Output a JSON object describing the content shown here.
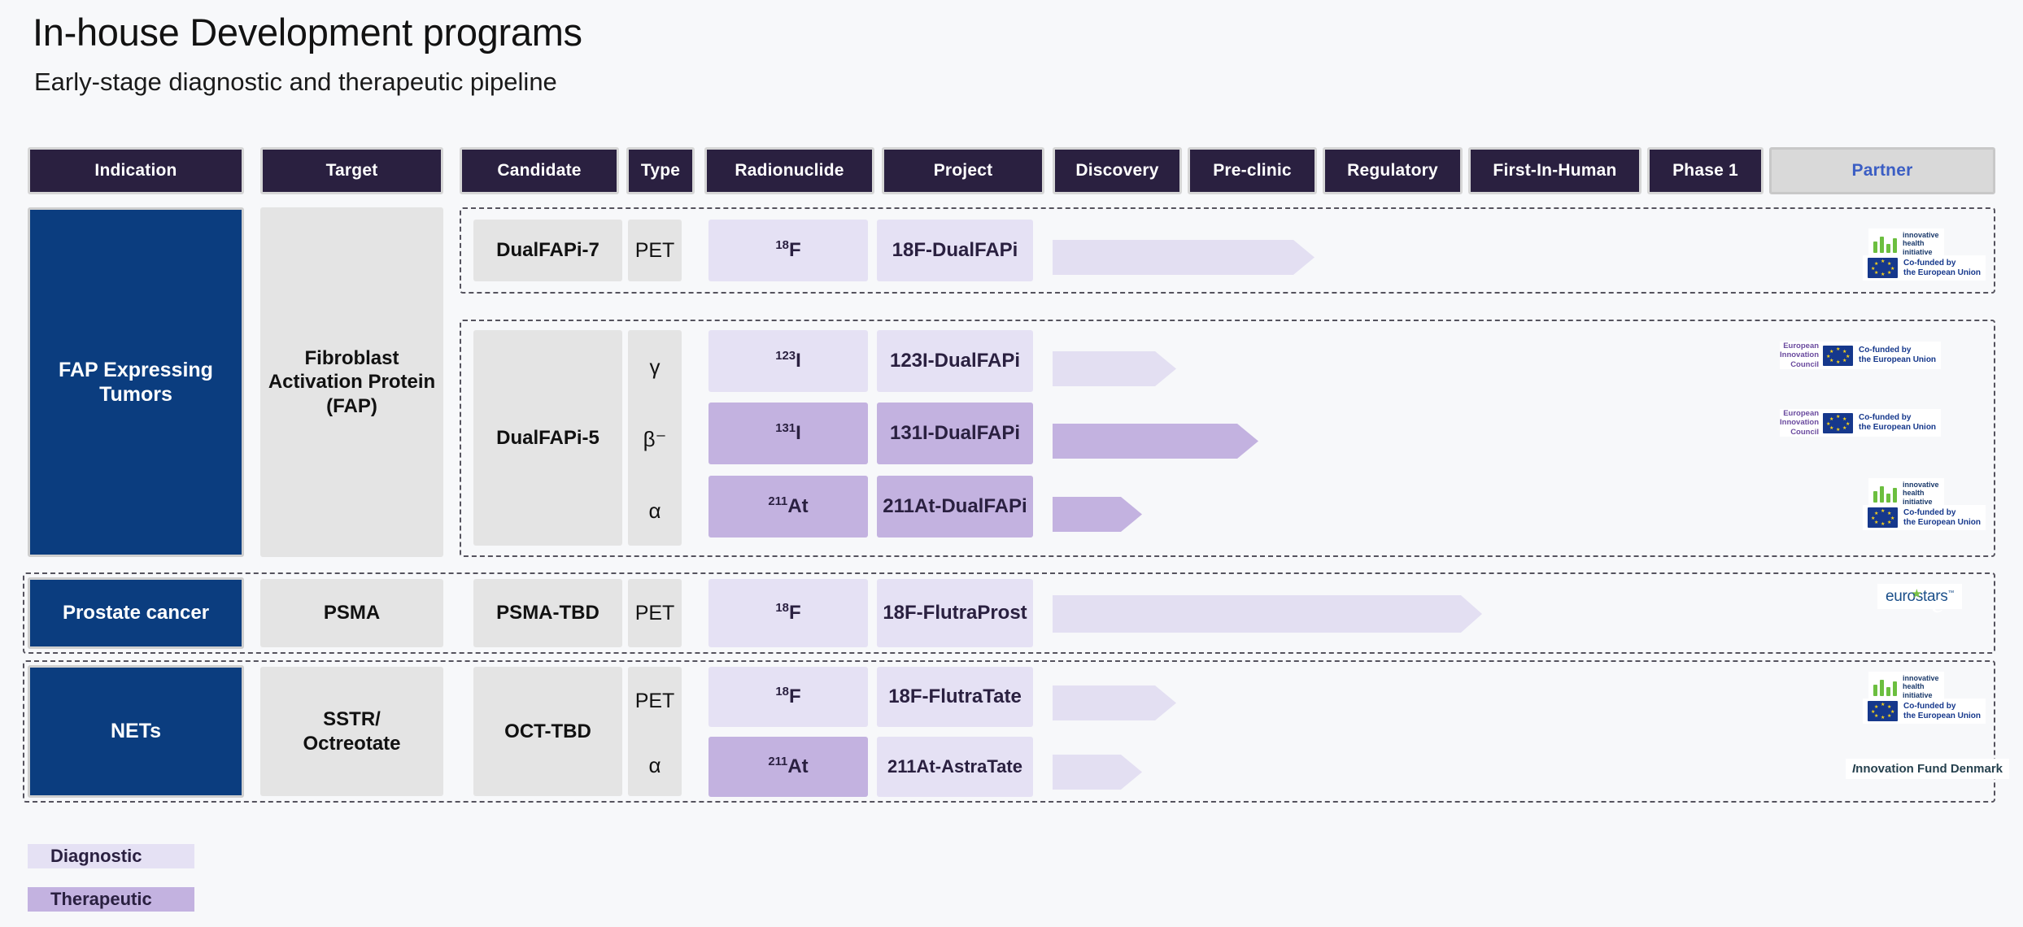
{
  "header": {
    "title": "In-house Development programs",
    "subtitle": "Early-stage diagnostic and therapeutic  pipeline"
  },
  "columns": [
    {
      "key": "indication",
      "label": "Indication"
    },
    {
      "key": "target",
      "label": "Target"
    },
    {
      "key": "candidate",
      "label": "Candidate"
    },
    {
      "key": "type",
      "label": "Type"
    },
    {
      "key": "radionuclide",
      "label": "Radionuclide"
    },
    {
      "key": "project",
      "label": "Project"
    },
    {
      "key": "discovery",
      "label": "Discovery"
    },
    {
      "key": "preclinic",
      "label": "Pre-clinic"
    },
    {
      "key": "regulatory",
      "label": "Regulatory"
    },
    {
      "key": "fih",
      "label": "First-In-Human"
    },
    {
      "key": "phase1",
      "label": "Phase 1"
    },
    {
      "key": "partner",
      "label": "Partner"
    }
  ],
  "groups": [
    {
      "indication": "FAP Expressing Tumors",
      "target": "Fibroblast Activation Protein (FAP)",
      "blocks": [
        {
          "candidate": "DualFAPi-7",
          "rows": [
            {
              "type": "PET",
              "nuclide_mass": "18",
              "nuclide_symbol": "F",
              "project": "18F-DualFAPi",
              "class": "diagnostic",
              "bar_stage": "Pre-clinic",
              "partner": "ihi-eu"
            }
          ]
        },
        {
          "candidate": "DualFAPi-5",
          "rows": [
            {
              "type": "γ",
              "nuclide_mass": "123",
              "nuclide_symbol": "I",
              "project": "123I-DualFAPi",
              "class": "diagnostic",
              "bar_stage": "Discovery",
              "partner": "eic-eu"
            },
            {
              "type": "β⁻",
              "nuclide_mass": "131",
              "nuclide_symbol": "I",
              "project": "131I-DualFAPi",
              "class": "therapeutic",
              "bar_stage": "Pre-clinic",
              "partner": "eic-eu"
            },
            {
              "type": "α",
              "nuclide_mass": "211",
              "nuclide_symbol": "At",
              "project": "211At-DualFAPi",
              "class": "therapeutic",
              "bar_stage": "Discovery",
              "partner": "ihi-eu"
            }
          ]
        }
      ]
    },
    {
      "indication": "Prostate cancer",
      "target": "PSMA",
      "blocks": [
        {
          "candidate": "PSMA-TBD",
          "rows": [
            {
              "type": "PET",
              "nuclide_mass": "18",
              "nuclide_symbol": "F",
              "project": "18F-FlutraProst",
              "class": "diagnostic",
              "bar_stage": "Regulatory",
              "partner": "eurostars"
            }
          ]
        }
      ]
    },
    {
      "indication": "NETs",
      "target": "SSTR/ Octreotate",
      "blocks": [
        {
          "candidate": "OCT-TBD",
          "rows": [
            {
              "type": "PET",
              "nuclide_mass": "18",
              "nuclide_symbol": "F",
              "project": "18F-FlutraTate",
              "class": "diagnostic",
              "bar_stage": "Discovery",
              "partner": "ihi-eu"
            },
            {
              "type": "α",
              "nuclide_mass": "211",
              "nuclide_symbol": "At",
              "project": "211At-AstraTate",
              "class": "diagnostic",
              "bar_stage": "Discovery",
              "partner": "innovation-fund-denmark"
            }
          ]
        }
      ]
    }
  ],
  "legend": [
    {
      "label": "Diagnostic",
      "color": "#e5e1f4"
    },
    {
      "label": "Therapeutic",
      "color": "#c3b2e0"
    }
  ],
  "partners": {
    "ihi": {
      "name": "innovative health initiative",
      "lines": [
        "innovative",
        "health",
        "initiative"
      ]
    },
    "eu": {
      "lines": [
        "Co-funded by",
        "the European Union"
      ]
    },
    "eic": {
      "lines": [
        "European",
        "Innovation",
        "Council"
      ]
    },
    "eurostars": {
      "word": "eurostars",
      "tm": "™"
    },
    "ifd": {
      "text": "nnovation Fund Denmark",
      "initial": "I"
    }
  },
  "colors": {
    "header_bg": "#2a2040",
    "partner_header_text": "#3b5ec4",
    "indication_bg": "#0b3d7f",
    "neutral_cell": "#e4e4e4",
    "diagnostic": "#e5e1f4",
    "therapeutic": "#c3b2e0",
    "bar_diagnostic": "#e3dff2",
    "bar_therapeutic": "#c3b2e0",
    "page_bg": "#f7f8fa"
  }
}
